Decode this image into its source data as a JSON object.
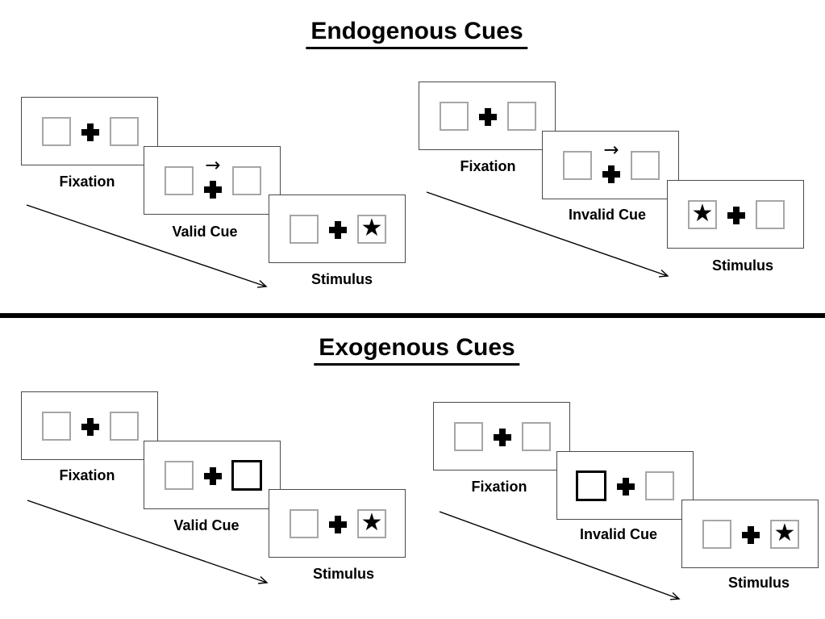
{
  "sections": {
    "endogenous": {
      "title": "Endogenous Cues",
      "valid": {
        "fixation": "Fixation",
        "cue": "Valid Cue",
        "stimulus": "Stimulus"
      },
      "invalid": {
        "fixation": "Fixation",
        "cue": "Invalid Cue",
        "stimulus": "Stimulus"
      }
    },
    "exogenous": {
      "title": "Exogenous Cues",
      "valid": {
        "fixation": "Fixation",
        "cue": "Valid Cue",
        "stimulus": "Stimulus"
      },
      "invalid": {
        "fixation": "Fixation",
        "cue": "Invalid Cue",
        "stimulus": "Stimulus"
      }
    }
  },
  "glyphs": {
    "star": "★",
    "cue_arrow": "→"
  },
  "colors": {
    "background": "#ffffff",
    "ink": "#000000",
    "panel_border": "#4a4a4a",
    "square_border": "#a6a6a6"
  }
}
